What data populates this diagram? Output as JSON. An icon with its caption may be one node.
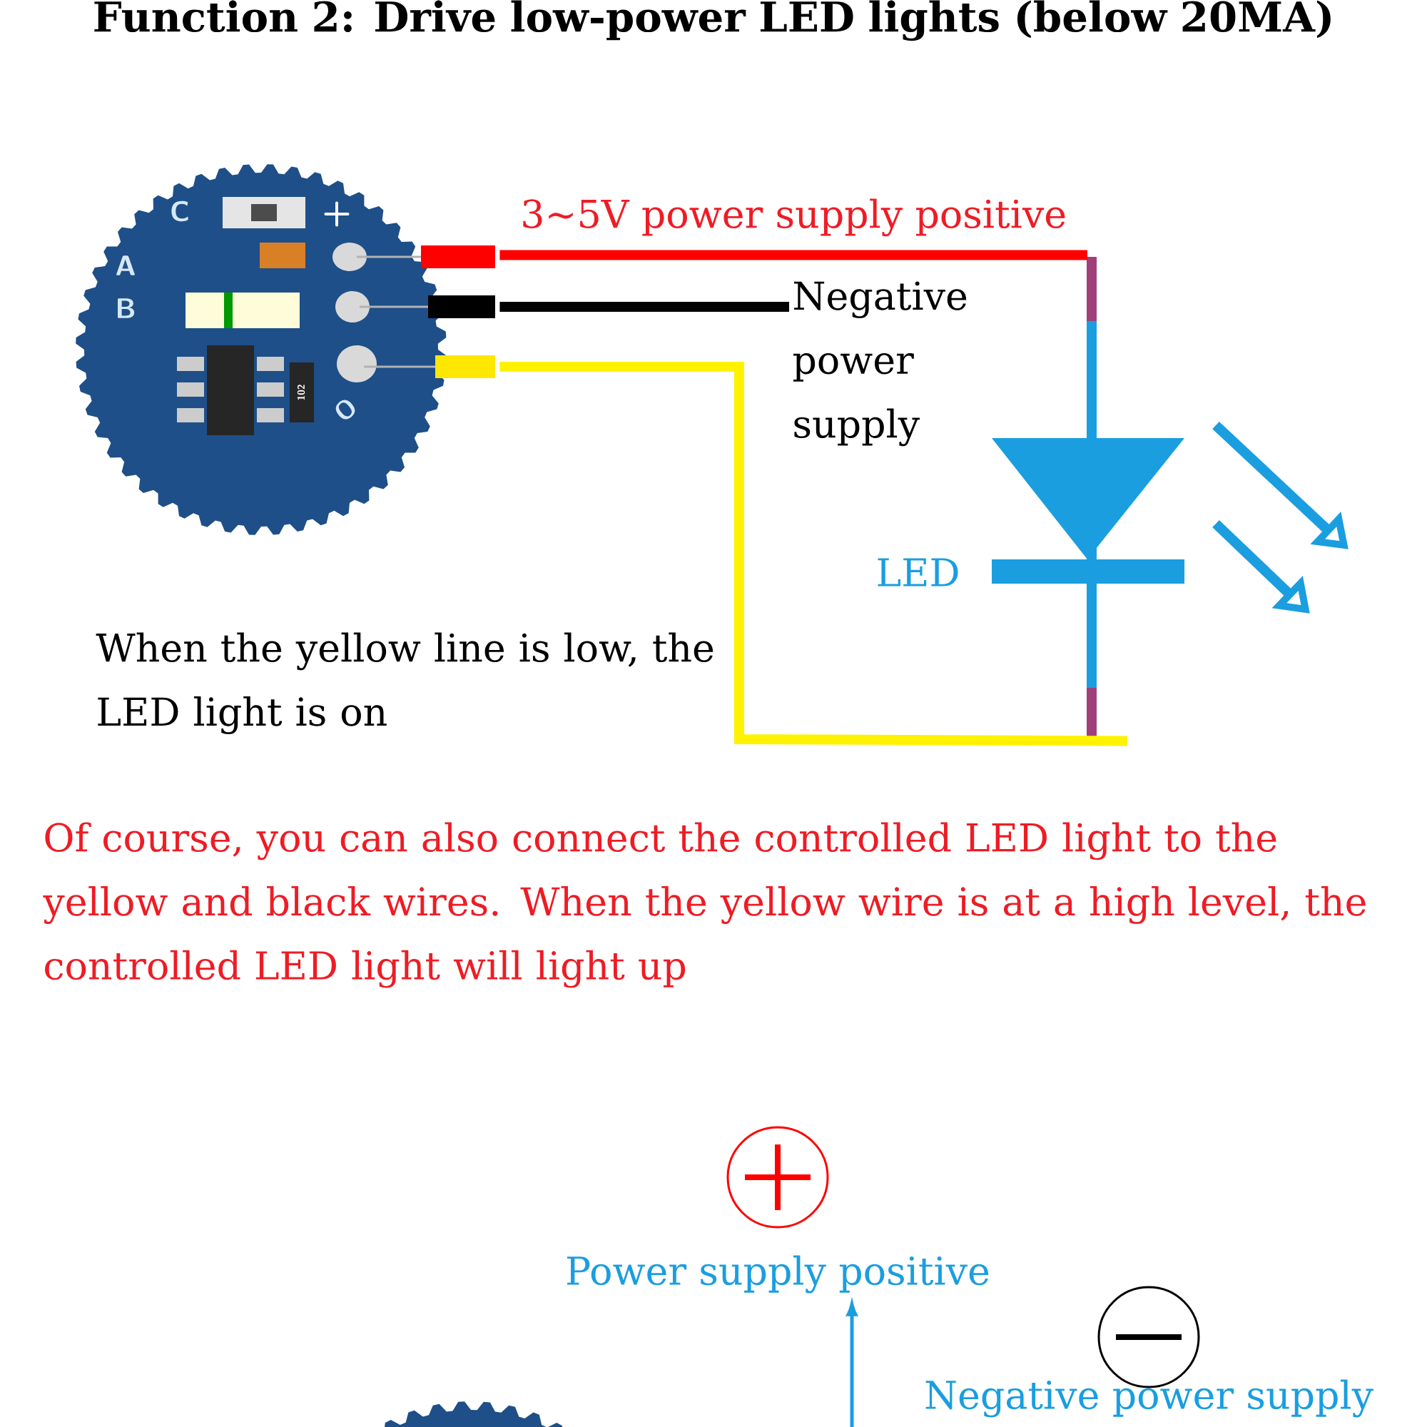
{
  "diagram": {
    "title": "Function 2: Drive low-power LED lights (below 20MA)",
    "nodes": [
      {
        "text": [],
        "shape": "picture"
      },
      {
        "text": [],
        "shape": "diode",
        "beside": [
          "LED"
        ]
      },
      {
        "text": [
          "Negative power supply"
        ]
      },
      {
        "text": [
          "Power supply positive"
        ]
      },
      {
        "text": [
          "Negative power supply"
        ]
      }
    ],
    "edges": [
      {
        "from": 0,
        "to": 1,
        "arrow": "none",
        "label": "3~5V power supply positive",
        "color": "#ff0000"
      },
      {
        "from": 0,
        "to": 2,
        "arrow": "none",
        "color": "#000000"
      },
      {
        "from": 0,
        "to": 1,
        "arrow": "none",
        "color": "#fff200"
      },
      {
        "from": null,
        "to": 3,
        "arrow": "to",
        "color": "#1a9ee0"
      }
    ],
    "labels": [
      "C",
      "+",
      "A",
      "B",
      "102",
      "O",
      "When the yellow line is low, the LED light is on",
      "Of course, you can also connect the controlled LED light to the yellow and black wires. When the yellow wire is at a high level, the controlled LED light will light up"
    ]
  }
}
